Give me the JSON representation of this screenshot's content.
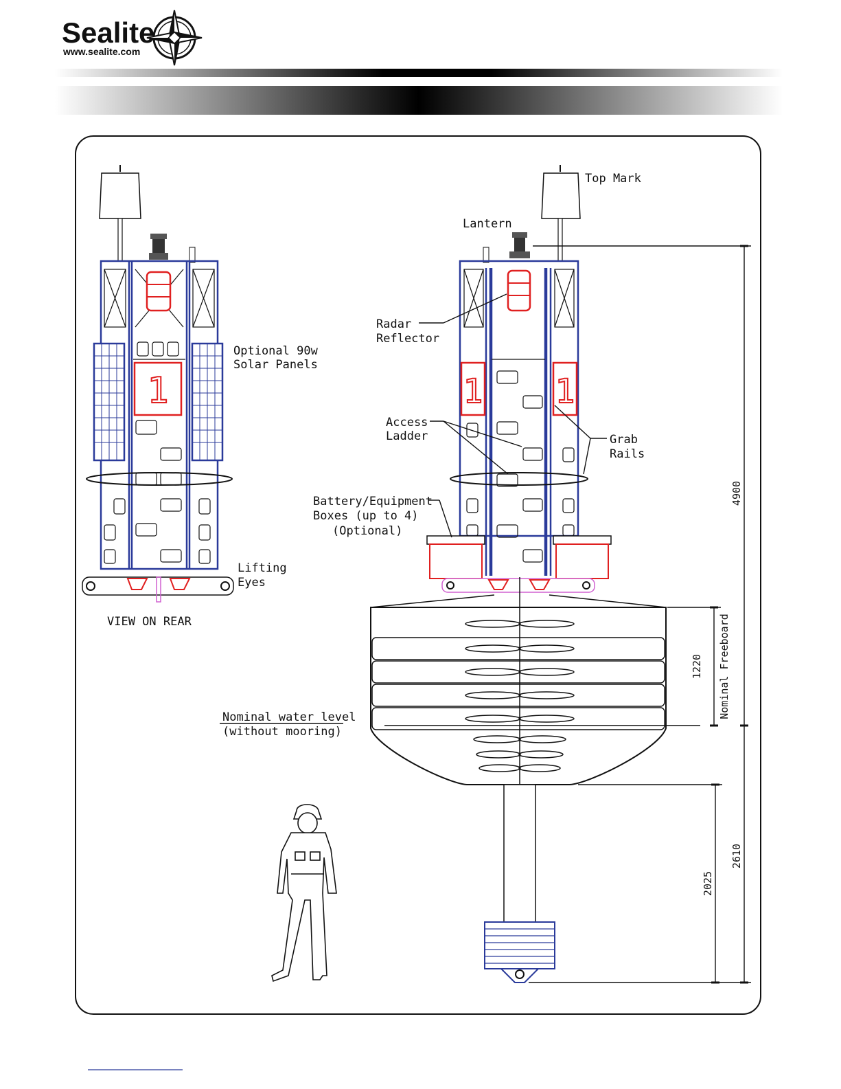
{
  "header": {
    "brand_name": "Sealite",
    "website": "www.sealite.com"
  },
  "labels": {
    "top_mark": "Top Mark",
    "lantern": "Lantern",
    "radar_reflector_1": "Radar",
    "radar_reflector_2": "Reflector",
    "solar_1": "Optional 90w",
    "solar_2": "Solar Panels",
    "access_1": "Access",
    "access_2": "Ladder",
    "grab_1": "Grab",
    "grab_2": "Rails",
    "battery_1": "Battery/Equipment",
    "battery_2": "Boxes (up to 4)",
    "battery_3": "(Optional)",
    "lifting_1": "Lifting",
    "lifting_2": "Eyes",
    "view_rear": "VIEW ON REAR",
    "water_1": "Nominal water level",
    "water_2": "(without mooring)",
    "freeboard": "Nominal Freeboard",
    "mark_number": "1"
  },
  "dimensions": {
    "overall": "4900",
    "freeboard": "1220",
    "lower_overall": "2610",
    "lower_inner": "2025"
  },
  "colors": {
    "frame": "#2a3a9a",
    "marking": "#e02020",
    "box": "#e02020",
    "accent": "#d060d0"
  }
}
